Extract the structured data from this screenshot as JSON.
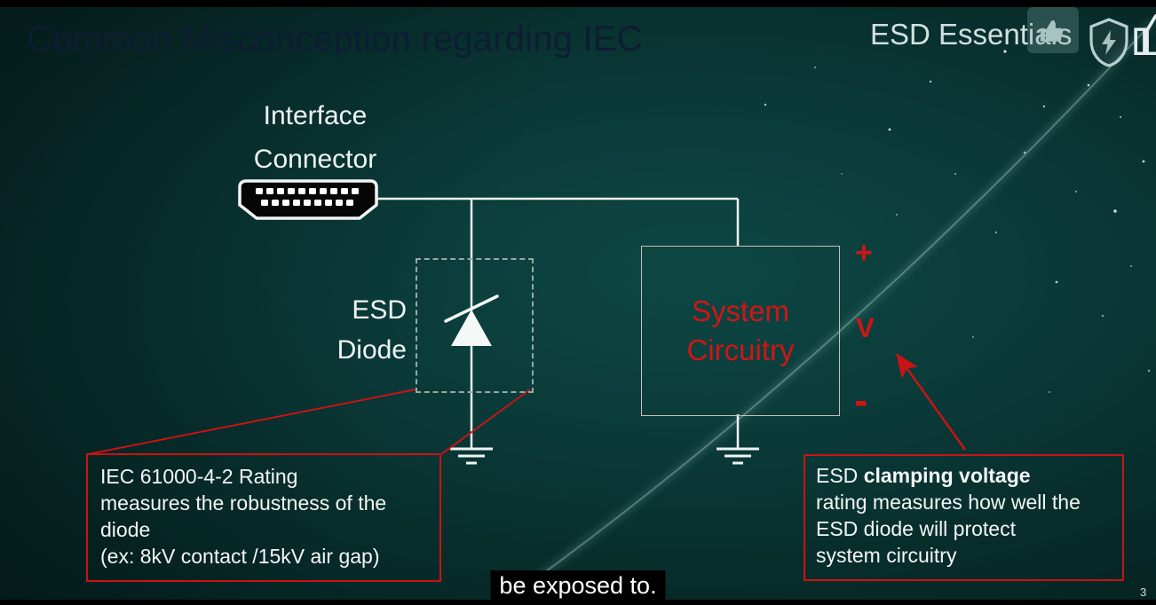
{
  "header": {
    "title": "Common Misconception regarding IEC",
    "brand": "ESD Essentials"
  },
  "diagram": {
    "connector_label_line1": "Interface",
    "connector_label_line2": "Connector",
    "diode_label_line1": "ESD",
    "diode_label_line2": "Diode",
    "system_box_line1": "System",
    "system_box_line2": "Circuitry",
    "plus_symbol": "+",
    "voltage_symbol": "V",
    "minus_symbol": "-"
  },
  "callout_left": {
    "line1": "IEC 61000-4-2 Rating",
    "line2": "measures the robustness of the",
    "line3": "diode",
    "line4": "(ex: 8kV contact /15kV air gap)"
  },
  "callout_right": {
    "line1_regular": "ESD ",
    "line1_bold": "clamping voltage",
    "line2": "rating measures how well the",
    "line3": "ESD diode will protect",
    "line4": "system circuitry"
  },
  "caption": "be exposed to.",
  "page_number": "3",
  "colors": {
    "accent_red": "#c81414",
    "system_text_red": "#d01616",
    "wire_white": "#eef4f2",
    "background_teal": "#0a3a38",
    "title_navy": "#0d1d33"
  },
  "icons": {
    "thumbs_up": "thumbs-up-icon",
    "shield": "shield-icon",
    "edge_hand": "hand-icon"
  }
}
